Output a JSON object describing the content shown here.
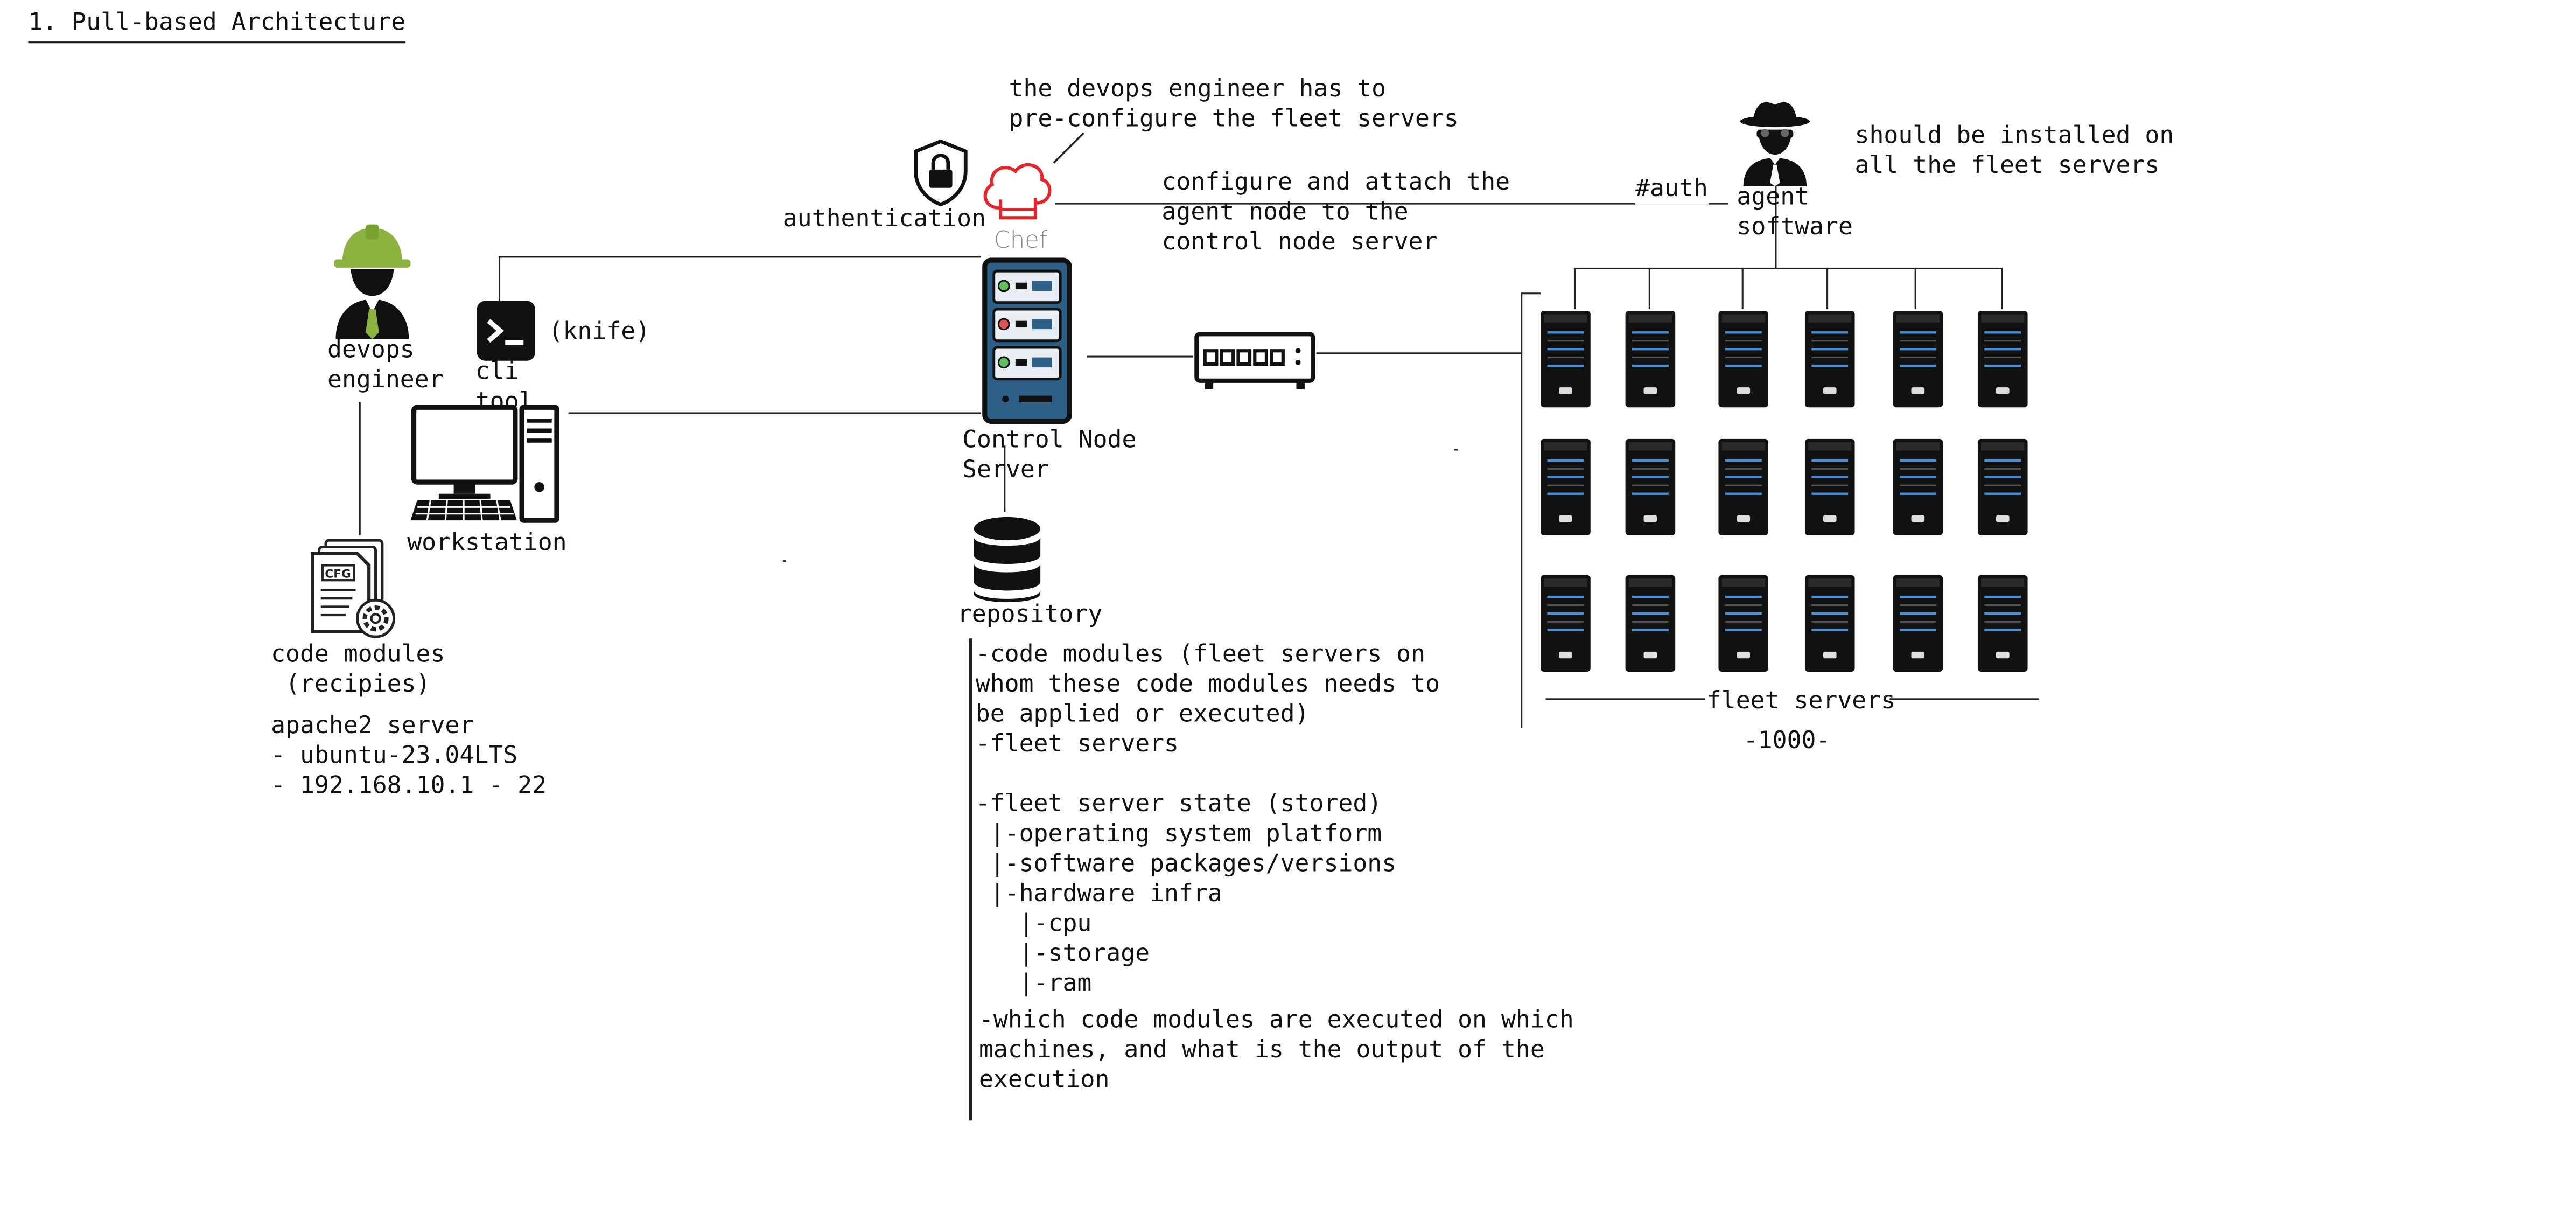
{
  "title": "1. Pull-based Architecture",
  "notes": {
    "devops_preconfigure": "the devops engineer has to\npre-configure the fleet servers",
    "configure_attach": "configure and attach the\nagent node to the\ncontrol node server",
    "agent_install": "should be installed on\nall the fleet servers",
    "auth_tag": "#auth"
  },
  "labels": {
    "authentication": "authentication",
    "chef_logo": "Chef",
    "devops_engineer": "devops\nengineer",
    "cli_tool": "cli\ntool",
    "knife": "(knife)",
    "workstation": "workstation",
    "control_node": "Control Node\nServer",
    "repository": "repository",
    "agent_software": "agent\nsoftware",
    "fleet_servers": "fleet servers",
    "fleet_count": "-1000-",
    "code_modules": "code modules\n (recipies)",
    "cfg_icon_text": "CFG"
  },
  "apache_info": "apache2 server\n- ubuntu-23.04LTS\n- 192.168.10.1 - 22",
  "repository_contents": {
    "block1": "-code modules (fleet servers on\nwhom these code modules needs to\nbe applied or executed)\n-fleet servers",
    "block2": "-fleet server state (stored)\n |-operating system platform\n |-software packages/versions\n |-hardware infra\n   |-cpu\n   |-storage\n   |-ram",
    "block3": "-which code modules are executed on which\nmachines, and what is the output of the\nexecution"
  },
  "colors": {
    "helmet_green": "#8cb33f",
    "chef_red": "#e3262c",
    "server_blue": "#2e5f86",
    "fleet_stripe": "#4a90d9"
  },
  "icons": [
    "shield-lock-icon",
    "chef-hat-icon",
    "engineer-icon",
    "terminal-icon",
    "desktop-computer-icon",
    "server-rack-icon",
    "network-switch-icon",
    "database-icon",
    "spy-agent-icon",
    "config-file-icon",
    "tower-server-icon"
  ]
}
